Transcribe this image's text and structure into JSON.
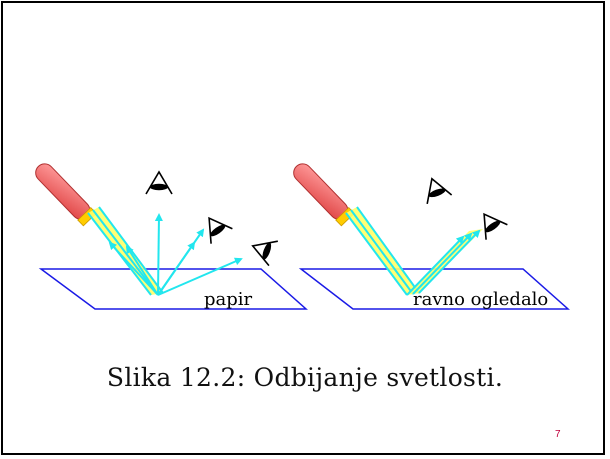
{
  "diagram": {
    "left_label": "papir",
    "right_label": "ravno ogledalo",
    "caption": "Slika 12.2: Odbijanje svetlosti.",
    "page_number": "7",
    "colors": {
      "surface_outline": "#1a1ae6",
      "ray": "#22e6ee",
      "beam": "#ffff66",
      "flashlight_body": "#ff6666",
      "flashlight_lens": "#ffcc00",
      "eye": "#000000"
    },
    "icons": [
      "flashlight-icon",
      "eye-icon"
    ]
  }
}
